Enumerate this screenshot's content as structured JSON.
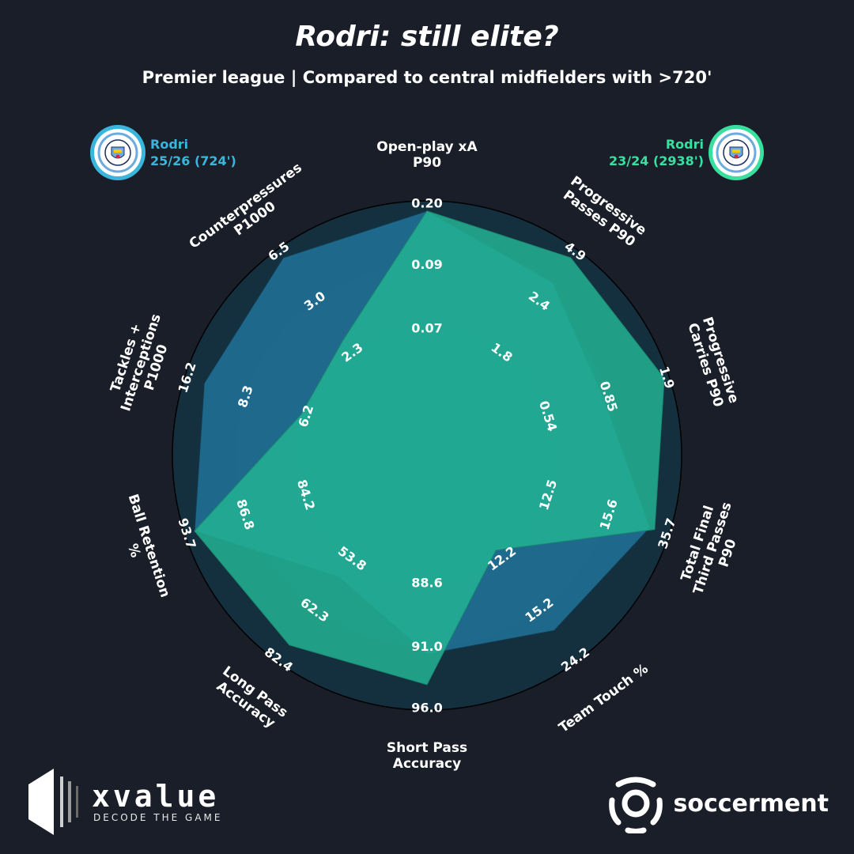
{
  "title": "Rodri: still elite?",
  "subtitle": "Premier league | Compared to central midfielders with >720'",
  "legend": {
    "left": {
      "player": "Rodri",
      "season": "25/26 (724')",
      "color": "#3ab6dc",
      "club": "MANCHESTER CITY"
    },
    "right": {
      "player": "Rodri",
      "season": "23/24 (2938')",
      "color": "#38e0a0",
      "club": "MANCHESTER CITY"
    }
  },
  "brand_left": {
    "name": "xvalue",
    "tagline": "DECODE THE GAME"
  },
  "brand_right": {
    "name": "soccerment"
  },
  "chart_data": {
    "type": "radar",
    "metrics": [
      {
        "label": [
          "Open-play xA",
          "P90"
        ],
        "ticks": [
          "0.07",
          "0.09",
          "0.20"
        ]
      },
      {
        "label": [
          "Progressive",
          "Passes P90"
        ],
        "ticks": [
          "1.8",
          "2.4",
          "4.9"
        ]
      },
      {
        "label": [
          "Progressive",
          "Carries P90"
        ],
        "ticks": [
          "0.54",
          "0.85",
          "1.9"
        ]
      },
      {
        "label": [
          "Total Final",
          "Third Passes",
          "P90"
        ],
        "ticks": [
          "12.5",
          "15.6",
          "35.7"
        ]
      },
      {
        "label": [
          "Team Touch %"
        ],
        "ticks": [
          "12.2",
          "15.2",
          "24.2"
        ]
      },
      {
        "label": [
          "Short Pass",
          "Accuracy"
        ],
        "ticks": [
          "88.6",
          "91.0",
          "96.0"
        ]
      },
      {
        "label": [
          "Long Pass",
          "Accuracy"
        ],
        "ticks": [
          "53.8",
          "62.3",
          "82.4"
        ]
      },
      {
        "label": [
          "Ball Retention",
          "%"
        ],
        "ticks": [
          "84.2",
          "86.8",
          "93.7"
        ]
      },
      {
        "label": [
          "Tackles +",
          "Interceptions",
          "P1000"
        ],
        "ticks": [
          "6.2",
          "8.3",
          "16.2"
        ]
      },
      {
        "label": [
          "Counterpressures",
          "P1000"
        ],
        "ticks": [
          "2.3",
          "3.0",
          "6.5"
        ]
      }
    ],
    "series": [
      {
        "name": "Rodri 25/26 (724')",
        "color": "#1f6f93",
        "values": [
          0.96,
          0.84,
          0.73,
          0.92,
          0.85,
          0.78,
          0.59,
          0.96,
          0.92,
          0.96
        ]
      },
      {
        "name": "Rodri 23/24 (2938')",
        "color": "#22b393",
        "values": [
          0.96,
          0.96,
          0.98,
          0.94,
          0.46,
          0.9,
          0.92,
          0.96,
          0.52,
          0.56
        ]
      }
    ]
  }
}
